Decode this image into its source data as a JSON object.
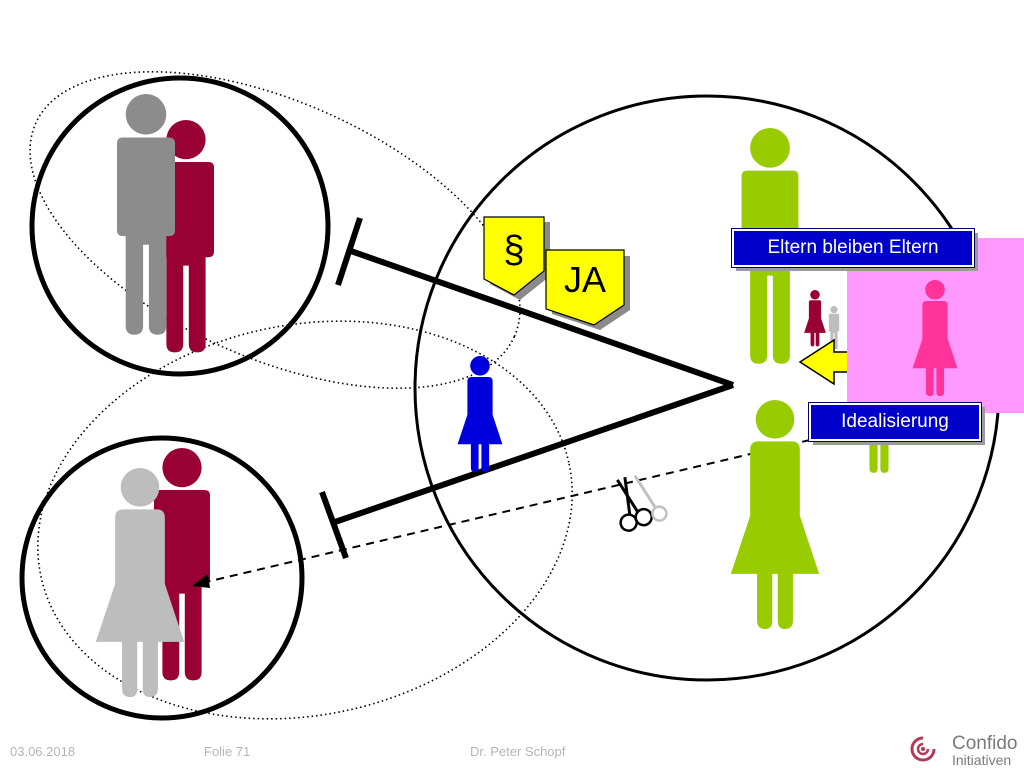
{
  "slide": {
    "colors": {
      "green": "#99cc00",
      "gray": "#8c8c8c",
      "light_gray": "#bdbdbd",
      "maroon": "#990033",
      "blue": "#0000dd",
      "pink": "#ff3399",
      "pink_panel": "#ff99ff",
      "yellow": "#ffff00",
      "label_blue": "#0000cc"
    },
    "tags": {
      "paragraph": "§",
      "ja": "JA"
    },
    "labels": {
      "eltern": "Eltern bleiben Eltern",
      "idealisierung": "Idealisierung"
    },
    "icons": {
      "scissors": "scissors-icon",
      "arrow": "yellow-arrow-icon"
    },
    "footer": {
      "date": "03.06.2018",
      "slide": "Folie 71",
      "author": "Dr. Peter Schopf"
    },
    "logo": {
      "line1": "Confido",
      "line2": "Initiativen"
    }
  }
}
